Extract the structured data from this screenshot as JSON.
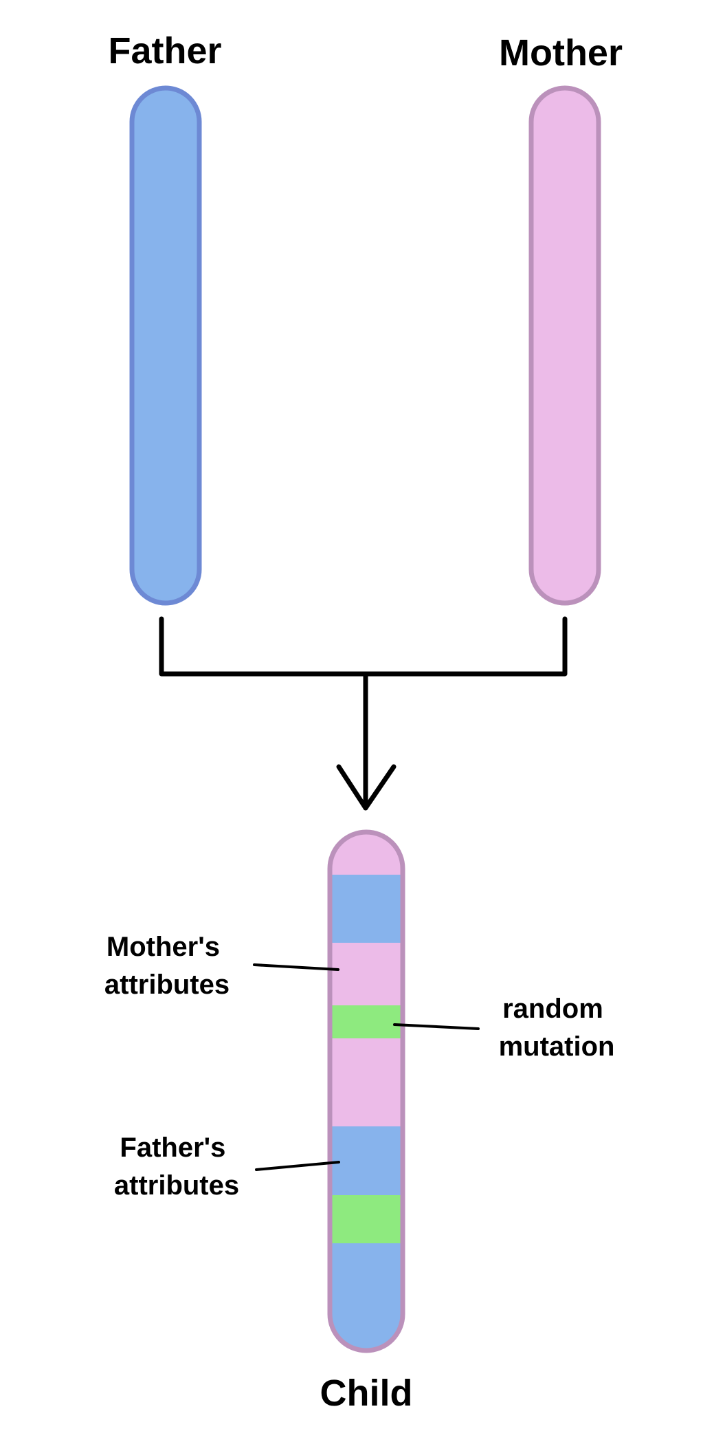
{
  "labels": {
    "father": "Father",
    "mother": "Mother",
    "child": "Child",
    "mothers_attributes": [
      "Mother's",
      "attributes"
    ],
    "fathers_attributes": [
      "Father's",
      "attributes"
    ],
    "random_mutation": [
      "random",
      "mutation"
    ]
  },
  "colors": {
    "father_fill": "#87b3ec",
    "father_stroke": "#6d89d4",
    "mother_fill": "#ecbbe8",
    "mother_stroke": "#bb91bb",
    "mutation_fill": "#8eea7f",
    "line": "#000000"
  },
  "child_segments": [
    {
      "source": "mother"
    },
    {
      "source": "father"
    },
    {
      "source": "mother"
    },
    {
      "source": "mutation"
    },
    {
      "source": "mother"
    },
    {
      "source": "father"
    },
    {
      "source": "mutation"
    },
    {
      "source": "father"
    }
  ]
}
